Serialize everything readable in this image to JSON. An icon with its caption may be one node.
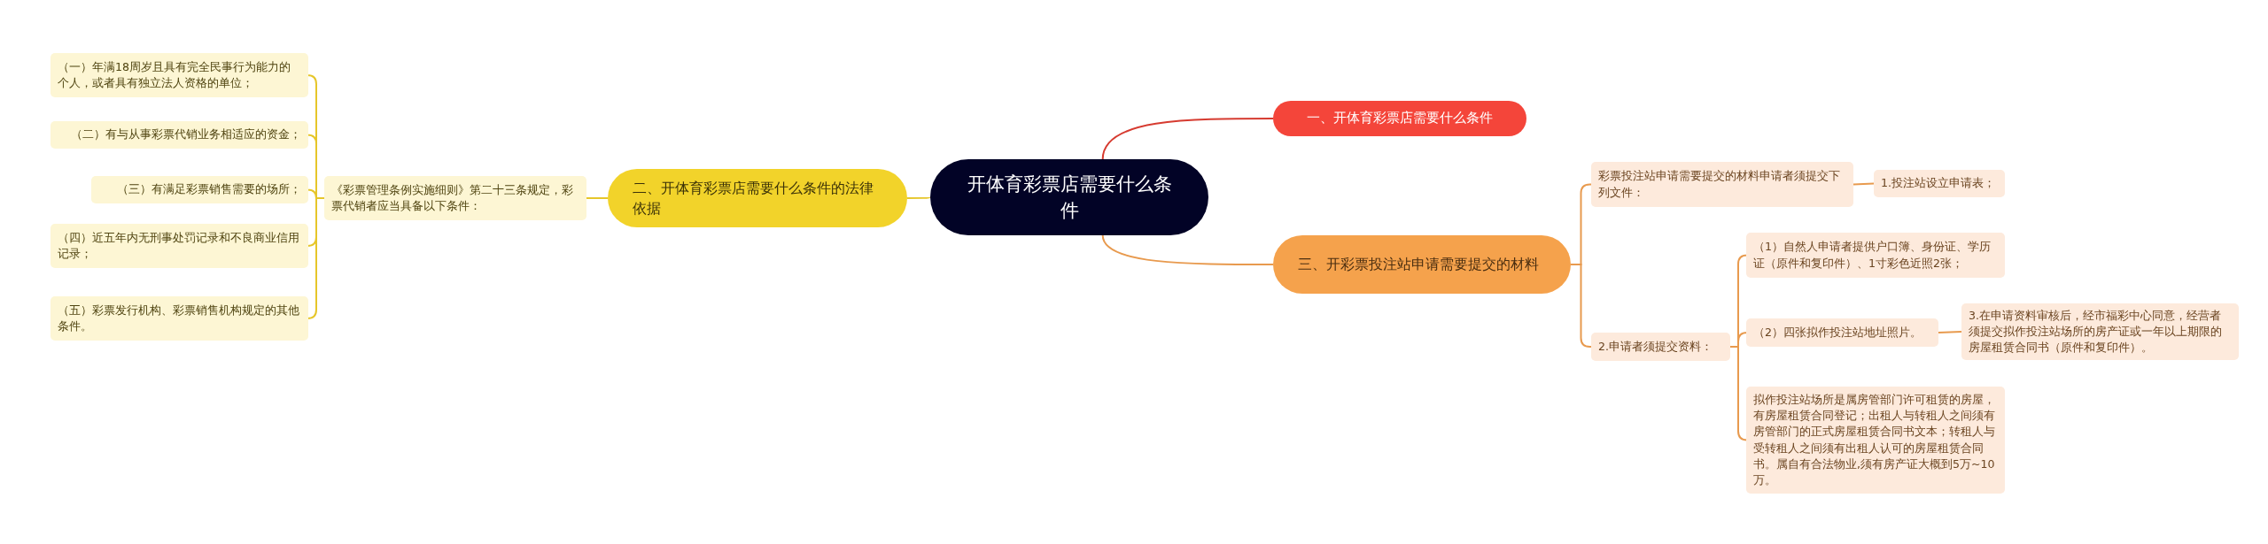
{
  "diagram": {
    "nodes": [
      {
        "text": [
          "开体育彩票店需要什么条件"
        ]
      },
      {
        "text": [
          "一、开体育彩票店需要什么条件"
        ]
      },
      {
        "text": [
          "二、开体育彩票店需要什么条件的法律依据"
        ]
      },
      {
        "text": [
          "《彩票管理条例实施细则》第二十三条规定，彩票代销者应当具备以下条件："
        ]
      },
      {
        "text": [
          "（一）年满18周岁且具有完全民事行为能力的个人，或者具有独立法人资格的单位；"
        ]
      },
      {
        "text": [
          "（二）有与从事彩票代销业务相适应的资金；"
        ]
      },
      {
        "text": [
          "（三）有满足彩票销售需要的场所；"
        ]
      },
      {
        "text": [
          "（四）近五年内无刑事处罚记录和不良商业信用记录；"
        ]
      },
      {
        "text": [
          "（五）彩票发行机构、彩票销售机构规定的其他条件。"
        ]
      },
      {
        "text": [
          "三、开彩票投注站申请需要提交的材料"
        ]
      },
      {
        "text": [
          "彩票投注站申请需要提交的材料申请者须提交下列文件："
        ]
      },
      {
        "text": [
          "1.投注站设立申请表；"
        ]
      },
      {
        "text": [
          "2.申请者须提交资料："
        ]
      },
      {
        "text": [
          "（1）自然人申请者提供户口簿、身份证、学历证（原件和复印件）、1寸彩色近照2张；"
        ]
      },
      {
        "text": [
          "（2）四张拟作投注站地址照片。"
        ]
      },
      {
        "text": [
          "3.在申请资料审核后，经市福彩中心同意，经营者须提交拟作投注站场所的房产证或一年以上期限的房屋租赁合同书（原件和复印件）。"
        ]
      },
      {
        "text": [
          "拟作投注站场所是属房管部门许可租赁的房屋，有房屋租赁合同登记；出租人与转租人之间须有房管部门的正式房屋租赁合同书文本；转租人与受转租人之间须有出租人认可的房屋租赁合同书。属自有合法物业,须有房产证大概到5万~10万。"
        ]
      }
    ],
    "edges": [
      {
        "from": 0,
        "to": 1,
        "arrow": "none",
        "color": "#d63b30"
      },
      {
        "from": 0,
        "to": 2,
        "arrow": "none",
        "color": "#e6c62a"
      },
      {
        "from": 2,
        "to": 3,
        "arrow": "none",
        "color": "#e6c62a"
      },
      {
        "from": 3,
        "to": 4,
        "arrow": "none",
        "color": "#e6c62a"
      },
      {
        "from": 3,
        "to": 5,
        "arrow": "none",
        "color": "#e6c62a"
      },
      {
        "from": 3,
        "to": 6,
        "arrow": "none",
        "color": "#e6c62a"
      },
      {
        "from": 3,
        "to": 7,
        "arrow": "none",
        "color": "#e6c62a"
      },
      {
        "from": 3,
        "to": 8,
        "arrow": "none",
        "color": "#e6c62a"
      },
      {
        "from": 0,
        "to": 9,
        "arrow": "none"
      },
      {
        "from": 9,
        "to": 10,
        "arrow": "none"
      },
      {
        "from": 10,
        "to": 11,
        "arrow": "none"
      },
      {
        "from": 9,
        "to": 12,
        "arrow": "none"
      },
      {
        "from": 12,
        "to": 13,
        "arrow": "none"
      },
      {
        "from": 12,
        "to": 14,
        "arrow": "none"
      },
      {
        "from": 14,
        "to": 15,
        "arrow": "none"
      },
      {
        "from": 12,
        "to": 16,
        "arrow": "none"
      }
    ]
  }
}
